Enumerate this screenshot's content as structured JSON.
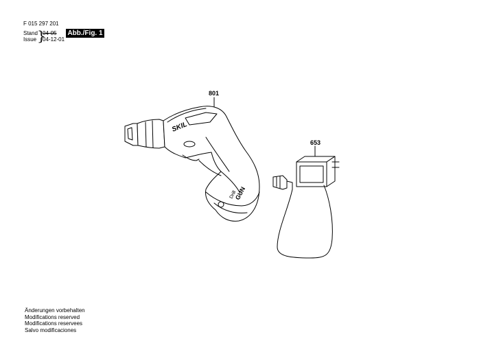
{
  "header": {
    "part_number": "F 015 297 201",
    "stand_label": "Stand",
    "issue_label": "Issue",
    "stand_date": "04-05",
    "issue_date": "04-12-01",
    "figure_badge": "Abb./Fig. 1"
  },
  "callouts": {
    "drill": "801",
    "charger": "653"
  },
  "tool_branding": {
    "brand": "SKIL",
    "model_line1": "Drill",
    "model_line2": "GUN"
  },
  "footer": {
    "lines": [
      "Änderungen vorbehalten",
      "Modifications reserved",
      "Modifications reservees",
      "Salvo modificaciones"
    ]
  }
}
